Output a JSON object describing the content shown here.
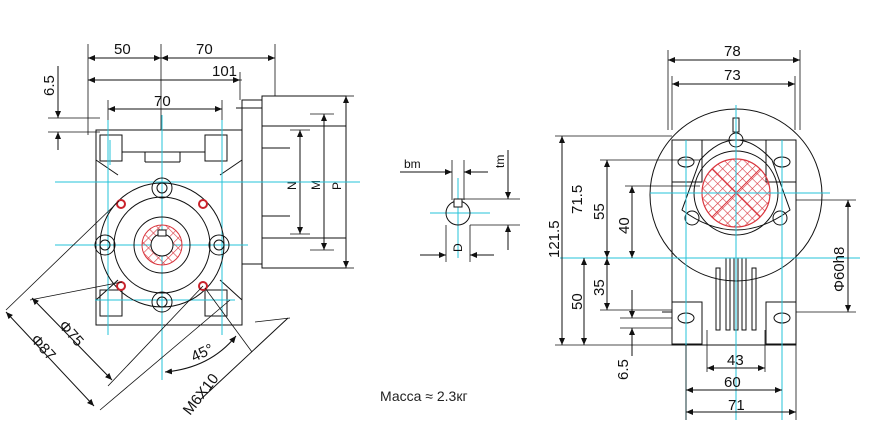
{
  "mass_label": "Масса ≈ 2.3кг",
  "colors": {
    "line": "#111111",
    "centerline": "#25c3d8",
    "hatch": "#d9363e"
  },
  "left_view": {
    "dims": {
      "d50": "50",
      "d70_top": "70",
      "d101": "101",
      "d6_5": "6.5",
      "d70_bolt": "70",
      "N": "N",
      "M": "M",
      "P": "P",
      "d75": "Φ75",
      "d87": "Φ87",
      "angle": "45°",
      "thread": "M6X10"
    }
  },
  "shaft_detail": {
    "dims": {
      "bm": "bm",
      "tm": "tm",
      "D": "D"
    }
  },
  "right_view": {
    "dims": {
      "d78": "78",
      "d73": "73",
      "d121_5": "121.5",
      "d71_5": "71.5",
      "d55": "55",
      "d40": "40",
      "d50": "50",
      "d35": "35",
      "d6_5": "6.5",
      "d43": "43",
      "d60": "60",
      "d71": "71",
      "phi60": "Φ60h8"
    }
  }
}
